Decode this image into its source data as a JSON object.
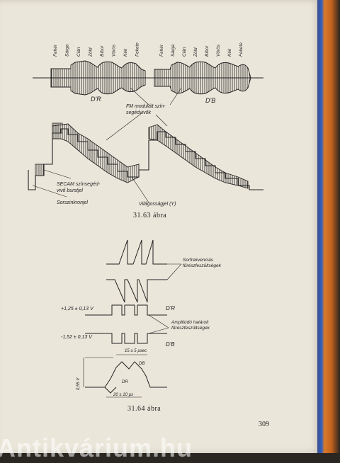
{
  "figures": [
    {
      "caption": "31.63 ábra",
      "color_labels_left": [
        "Fehér",
        "Sárga",
        "Cián",
        "Zöld",
        "Bíbor",
        "Vörös",
        "Kék",
        "Fekete"
      ],
      "color_labels_right": [
        "Fehér",
        "Sárga",
        "Cián",
        "Zöld",
        "Bíbor",
        "Vörös",
        "Kék",
        "Fekete"
      ],
      "signal_labels": {
        "dr": "D'R",
        "db": "D'B",
        "fm": "FM modulált szín-\nsegédvivők",
        "secam_burst": "SECAM színsegéd-\nvivő burstjel",
        "sync": "Sorszinkronjel",
        "luma": "Világosságjel (Y)"
      }
    },
    {
      "caption": "31.64 ábra",
      "labels": {
        "sawtooth_sorfreq": "Sorfrekvenciás\nfűrészfeszültségek",
        "dr": "D'R",
        "db": "D'B",
        "amplitude_limited": "Amplitúdó határolt\nfűrészfeszültségek",
        "level_plus": "+1,25 ± 0,13 V",
        "level_minus": "-1,52 ± 0,13 V",
        "db_small": "DB",
        "dr_small": "DR",
        "voltage": "0,55 V",
        "time_top": "15 ± 5 µsec",
        "time_bottom": "20 ± 10 µs"
      }
    }
  ],
  "page_number": "309",
  "watermark": "Antikvárium.hu"
}
